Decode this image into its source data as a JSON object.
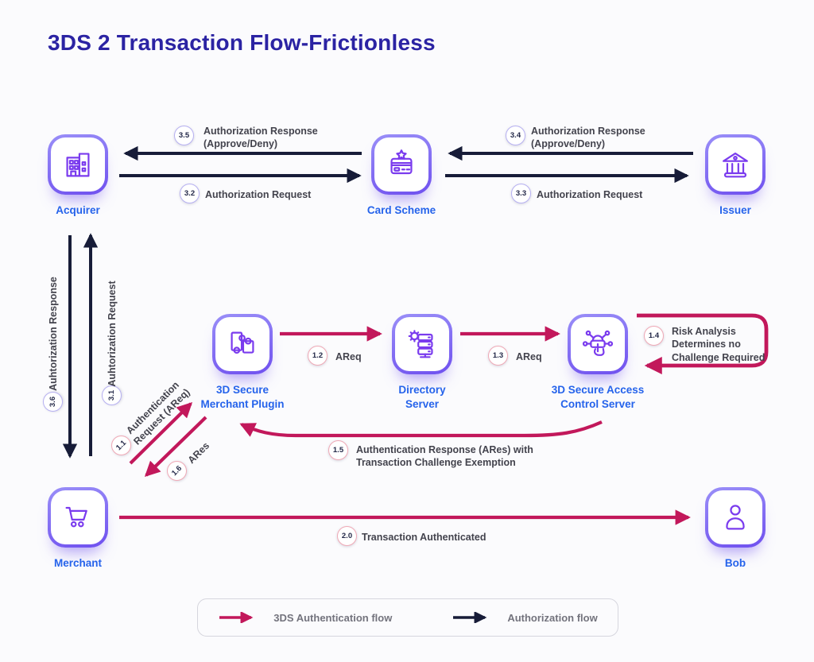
{
  "title": "3DS 2 Transaction Flow-Frictionless",
  "nodes": {
    "acquirer": {
      "label": "Acquirer",
      "icon": "building-icon"
    },
    "card_scheme": {
      "label": "Card Scheme",
      "icon": "credit-card-icon"
    },
    "issuer": {
      "label": "Issuer",
      "icon": "bank-icon"
    },
    "mpi": {
      "label": "3D Secure\nMerchant Plugin",
      "icon": "puzzle-icon"
    },
    "directory_server": {
      "label": "Directory\nServer",
      "icon": "server-gear-icon"
    },
    "acs": {
      "label": "3D Secure Access\nControl Server",
      "icon": "network-hand-icon"
    },
    "merchant": {
      "label": "Merchant",
      "icon": "shopping-cart-icon"
    },
    "bob": {
      "label": "Bob",
      "icon": "person-icon"
    }
  },
  "steps": {
    "s35": {
      "num": "3.5",
      "label": "Authorization Response\n(Approve/Deny)",
      "flow": "authorization"
    },
    "s32": {
      "num": "3.2",
      "label": "Authorization Request",
      "flow": "authorization"
    },
    "s34": {
      "num": "3.4",
      "label": "Authorization Response\n(Approve/Deny)",
      "flow": "authorization"
    },
    "s33": {
      "num": "3.3",
      "label": "Authorization Request",
      "flow": "authorization"
    },
    "s36": {
      "num": "3.6",
      "label": "Auhtorization Response",
      "flow": "authorization"
    },
    "s31": {
      "num": "3.1",
      "label": "Auhtorization Request",
      "flow": "authorization"
    },
    "s11": {
      "num": "1.1",
      "label": "Authentication\nRequest (AReq)",
      "flow": "authentication"
    },
    "s12": {
      "num": "1.2",
      "label": "AReq",
      "flow": "authentication"
    },
    "s13": {
      "num": "1.3",
      "label": "AReq",
      "flow": "authentication"
    },
    "s14": {
      "num": "1.4",
      "label": "Risk Analysis\nDetermines no\nChallenge Required",
      "flow": "authentication"
    },
    "s15": {
      "num": "1.5",
      "label": "Authentication Response (ARes) with\nTransaction Challenge Exemption",
      "flow": "authentication"
    },
    "s16": {
      "num": "1.6",
      "label": "ARes",
      "flow": "authentication"
    },
    "s20": {
      "num": "2.0",
      "label": "Transaction Authenticated",
      "flow": "authentication"
    }
  },
  "legend": {
    "authentication": "3DS Authentication flow",
    "authorization": "Authorization flow"
  },
  "colors": {
    "authentication_flow": "#c2185b",
    "authorization_flow": "#171c38",
    "node_border": "#7b5cf5",
    "icon_stroke": "#7a3bee",
    "node_label": "#2563eb",
    "title": "#2b23a3",
    "annotation_text": "#43434d",
    "legend_text": "#73737d",
    "background": "#fbfbfd"
  }
}
